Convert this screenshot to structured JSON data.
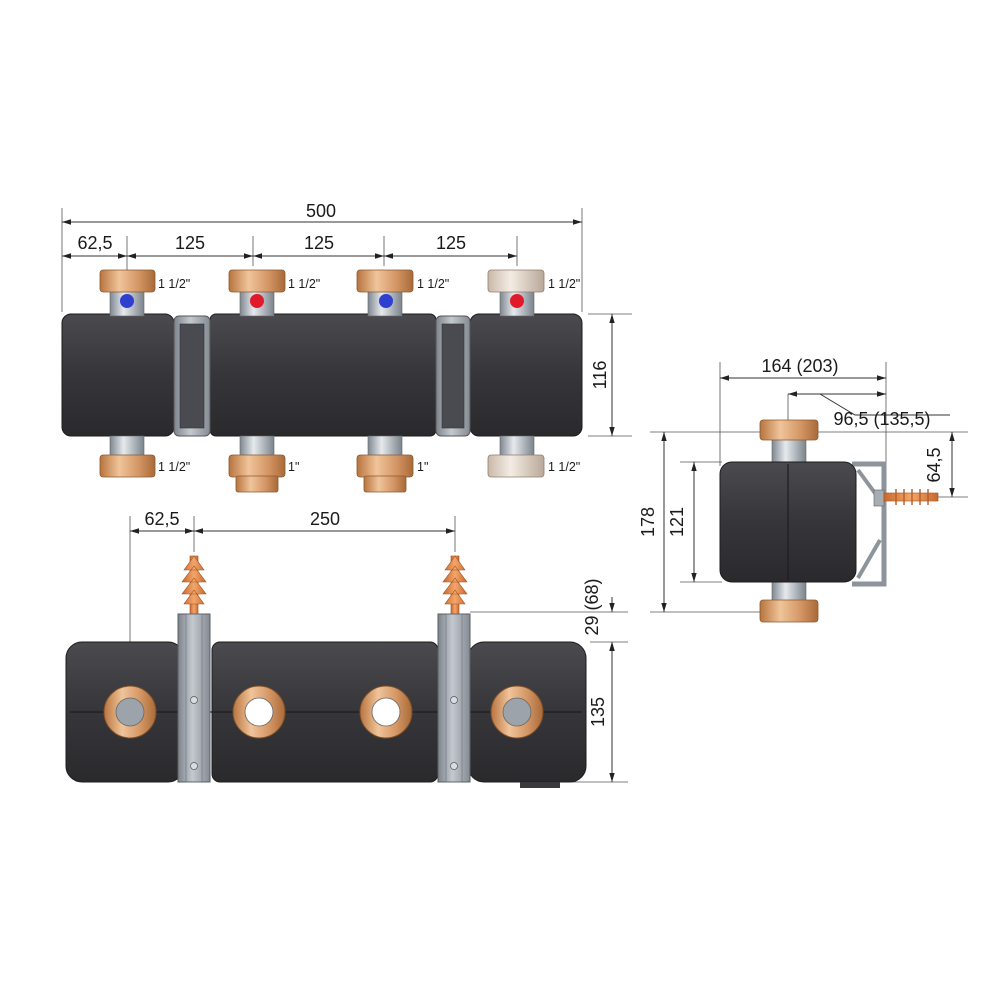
{
  "front_view": {
    "overall_width": "500",
    "offset_first": "62,5",
    "spacing": [
      "125",
      "125",
      "125"
    ],
    "height": "116",
    "top_connections": [
      "1 1/2\"",
      "1 1/2\"",
      "1 1/2\"",
      "1 1/2\""
    ],
    "bottom_connections": [
      "1 1/2\"",
      "1\"",
      "1\"",
      "1 1/2\""
    ]
  },
  "rear_view": {
    "offset_first": "62,5",
    "anchor_spacing": "250",
    "bracket_height": "29 (68)",
    "height": "135"
  },
  "side_view": {
    "depth": "164 (203)",
    "bracket_depth": "96,5 (135,5)",
    "anchor_height": "64,5",
    "overall_height": "178",
    "body_height": "121"
  },
  "colors": {
    "body": "#38383c",
    "brass": "#c98a55",
    "bracket": "#9ea3aa",
    "cold": "#2f3fd0",
    "hot": "#e01a2a",
    "anchor": "#e0874a"
  }
}
